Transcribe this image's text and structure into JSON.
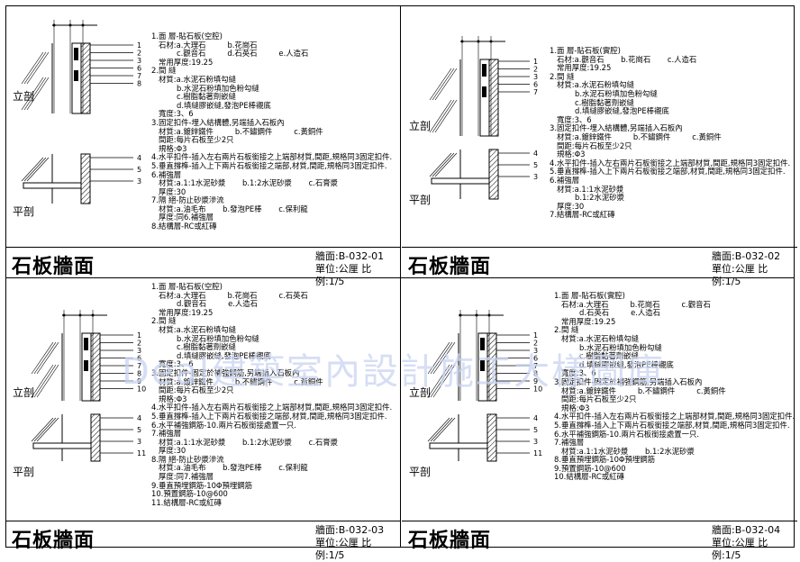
{
  "watermark": "Deal建築室內設計施工大樣圖庫",
  "panels": [
    {
      "title": "石板牆面",
      "code": "牆面:B-032-01",
      "unit": "單位:公厘 比例:1/5",
      "elevation_label": "立剖",
      "plan_label": "平剖",
      "elevation_callouts": [
        "1",
        "2",
        "3",
        "6",
        "7",
        "8"
      ],
      "plan_callouts": [
        "4",
        "5",
        "3"
      ],
      "notes": [
        {
          "text": "1.面 層-貼石板(空腔)",
          "level": 0
        },
        {
          "text": "石材:a.大理石         b.花崗石",
          "level": 1
        },
        {
          "text": "c.觀音石         d.石英石         e.人造石",
          "level": 2
        },
        {
          "text": "常用厚度:19.25",
          "level": 1
        },
        {
          "text": "2.間 縫",
          "level": 0
        },
        {
          "text": "材質:a.水泥石粉填勾縫",
          "level": 1
        },
        {
          "text": "b.水泥石粉填加色粉勾縫",
          "level": 2
        },
        {
          "text": "c.樹脂黏著劑嵌縫",
          "level": 2
        },
        {
          "text": "d.填縫膠嵌縫,發泡PE棒襯底",
          "level": 2
        },
        {
          "text": "寬度:3、6",
          "level": 1
        },
        {
          "text": "3.固定扣件-埋入結構體,另端插入石板內",
          "level": 0
        },
        {
          "text": "材質:a.鍍鋅鐵件         b.不鏽鋼件         c.黃銅件",
          "level": 1
        },
        {
          "text": "間距:每片石板至少2只",
          "level": 1
        },
        {
          "text": "規格:Φ3",
          "level": 1
        },
        {
          "text": "4.水平扣件-插入左右兩片石板銜接之上端部材質,間距,規格同3固定扣件.",
          "level": 0
        },
        {
          "text": "5.垂直撐榫-插入上下兩片石板銜接之端部,材質,間距,規格同3固定扣件.",
          "level": 0
        },
        {
          "text": "6.補強層",
          "level": 0
        },
        {
          "text": "材質:a.1:1水泥砂漿       b.1:2水泥砂漿       c.石膏漿",
          "level": 1
        },
        {
          "text": "厚度:30",
          "level": 1
        },
        {
          "text": "7.隔 絕-防止砂漿滲流",
          "level": 0
        },
        {
          "text": "材質:a.油毛布       b.發泡PE棒       c.保利龍",
          "level": 1
        },
        {
          "text": "厚度:同6.補強層",
          "level": 1
        },
        {
          "text": "8.結構層-RC或紅磚",
          "level": 0
        }
      ]
    },
    {
      "title": "石板牆面",
      "code": "牆面:B-032-02",
      "unit": "單位:公厘 比例:1/5",
      "elevation_label": "立剖",
      "plan_label": "平剖",
      "elevation_callouts": [
        "1",
        "2",
        "3",
        "6",
        "7"
      ],
      "plan_callouts": [
        "4",
        "5",
        "3"
      ],
      "notes": [
        {
          "text": "1.面 層-貼石板(實腔)",
          "level": 0
        },
        {
          "text": "石材:a.觀音石       b.花崗石       c.人造石",
          "level": 1
        },
        {
          "text": "常用厚度:19.25",
          "level": 1
        },
        {
          "text": "2.間 縫",
          "level": 0
        },
        {
          "text": "材質:a.水泥石粉填勾縫",
          "level": 1
        },
        {
          "text": "b.水泥石粉填加色粉勾縫",
          "level": 2
        },
        {
          "text": "c.樹脂黏著劑嵌縫",
          "level": 2
        },
        {
          "text": "d.填縫膠嵌縫,發泡PE棒襯底",
          "level": 2
        },
        {
          "text": "寬度:3、6",
          "level": 1
        },
        {
          "text": "3.固定扣件-埋入結構體,另端插入石板內",
          "level": 0
        },
        {
          "text": "材質:a.鍍鋅鐵件         b.不鏽鋼件         c.黃銅件",
          "level": 1
        },
        {
          "text": "間距:每片石板至少2只",
          "level": 1
        },
        {
          "text": "規格:Φ3",
          "level": 1
        },
        {
          "text": "4.水平扣件-插入左右兩片石板銜接之上端部材質,間距,規格同3固定扣件.",
          "level": 0
        },
        {
          "text": "5.垂直撐榫-插入上下兩片石板銜接之端部,材質,間距,規格同3固定扣件.",
          "level": 0
        },
        {
          "text": "6.補強層",
          "level": 0
        },
        {
          "text": "材質:a.1:1水泥砂漿",
          "level": 1
        },
        {
          "text": "b.1:2水泥砂漿",
          "level": 2
        },
        {
          "text": "厚度:30",
          "level": 1
        },
        {
          "text": "7.結構層-RC或紅磚",
          "level": 0
        }
      ]
    },
    {
      "title": "石板牆面",
      "code": "牆面:B-032-03",
      "unit": "單位:公厘 比例:1/5",
      "elevation_label": "立剖",
      "plan_label": "平剖",
      "elevation_callouts": [
        "1",
        "2",
        "3",
        "6",
        "7",
        "8",
        "9",
        "10"
      ],
      "plan_callouts": [
        "4",
        "5",
        "3",
        "11"
      ],
      "notes": [
        {
          "text": "1.面 層-貼石板(空腔)",
          "level": 0
        },
        {
          "text": "石材:a.大理石         b.花崗石         c.石英石",
          "level": 1
        },
        {
          "text": "d.觀音石         e.人造石",
          "level": 2
        },
        {
          "text": "常用厚度:19.25",
          "level": 1
        },
        {
          "text": "2.間 縫",
          "level": 0
        },
        {
          "text": "材質:a.水泥石粉填勾縫",
          "level": 1
        },
        {
          "text": "b.水泥石粉填加色粉勾縫",
          "level": 2
        },
        {
          "text": "c.樹脂黏著劑嵌縫",
          "level": 2
        },
        {
          "text": "d.填縫膠嵌縫,發泡PE棒襯底",
          "level": 2
        },
        {
          "text": "寬度:3、6",
          "level": 1
        },
        {
          "text": "3.固定扣件-固定於補強鋼筋,另端插入石板內",
          "level": 0
        },
        {
          "text": "材質:a.鍍鋅鐵件         b.不鏽鋼件         c.黃銅件",
          "level": 1
        },
        {
          "text": "間距:每片石板至少2只",
          "level": 1
        },
        {
          "text": "規格:Φ3",
          "level": 1
        },
        {
          "text": "4.水平扣件-插入左右兩片石板銜接之上端部材質,間距,規格同3固定扣件.",
          "level": 0
        },
        {
          "text": "5.垂直撐榫-插入上下兩片石板銜接之端部,材質,間距,規格同3固定扣件.",
          "level": 0
        },
        {
          "text": "6.水平補強鋼筋-10.兩片石板銜接處置一只.",
          "level": 0
        },
        {
          "text": "7.補強層",
          "level": 0
        },
        {
          "text": "材質:a.1:1水泥砂漿       b.1:2水泥砂漿       c.石膏漿",
          "level": 1
        },
        {
          "text": "厚度:30",
          "level": 1
        },
        {
          "text": "8.隔 絕-防止砂漿滲流",
          "level": 0
        },
        {
          "text": "材質:a.油毛布       b.發泡PE棒       c.保利龍",
          "level": 1
        },
        {
          "text": "厚度:同7.補強層",
          "level": 1
        },
        {
          "text": "9.垂直預埋鋼筋-10Φ預埋鋼筋",
          "level": 0
        },
        {
          "text": "10.預置鋼筋-10@600",
          "level": 0
        },
        {
          "text": "11.結構層-RC或紅磚",
          "level": 0
        }
      ]
    },
    {
      "title": "石板牆面",
      "code": "牆面:B-032-04",
      "unit": "單位:公厘 比例:1/5",
      "elevation_label": "立剖",
      "plan_label": "平剖",
      "elevation_callouts": [
        "1",
        "2",
        "3",
        "6",
        "7",
        "8",
        "9",
        "10"
      ],
      "plan_callouts": [
        "4",
        "5",
        "3",
        "11"
      ],
      "notes": [
        {
          "text": "1.面 層-貼石板(實腔)",
          "level": 0
        },
        {
          "text": "石材:a.大理石         b.花崗石         c.觀音石",
          "level": 1
        },
        {
          "text": "d.石英石         e.人造石",
          "level": 2
        },
        {
          "text": "常用厚度:19.25",
          "level": 1
        },
        {
          "text": "2.間 縫",
          "level": 0
        },
        {
          "text": "材質:a.水泥石粉填勾縫",
          "level": 1
        },
        {
          "text": "b.水泥石粉填加色粉勾縫",
          "level": 2
        },
        {
          "text": "c.樹脂黏著劑嵌縫",
          "level": 2
        },
        {
          "text": "d.填縫膠嵌縫,發泡PE棒襯底",
          "level": 2
        },
        {
          "text": "寬度:3、6",
          "level": 1
        },
        {
          "text": "3.固定扣件-固定於補強鋼筋,另端插入石板內",
          "level": 0
        },
        {
          "text": "材質:a.鍍鋅鐵件         b.不鏽鋼件         c.黃銅件",
          "level": 1
        },
        {
          "text": "間距:每片石板至少2只",
          "level": 1
        },
        {
          "text": "規格:Φ3",
          "level": 1
        },
        {
          "text": "4.水平扣件-插入左右兩片石板銜接之上端部材質,間距,規格同3固定扣件.",
          "level": 0
        },
        {
          "text": "5.垂直撐榫-插入上下兩片石板銜接之端部,材質,間距,規格同3固定扣件.",
          "level": 0
        },
        {
          "text": "6.水平補強鋼筋-10.兩片石板銜接處置一只.",
          "level": 0
        },
        {
          "text": "7.補強層",
          "level": 0
        },
        {
          "text": "材質:a.1:1水泥砂漿       b.1:2水泥砂漿",
          "level": 1
        },
        {
          "text": "8.垂直預埋鋼筋-10Φ預埋鋼筋",
          "level": 0
        },
        {
          "text": "9.預置鋼筋-10@600",
          "level": 0
        },
        {
          "text": "10.結構層-RC或紅磚",
          "level": 0
        }
      ]
    }
  ]
}
